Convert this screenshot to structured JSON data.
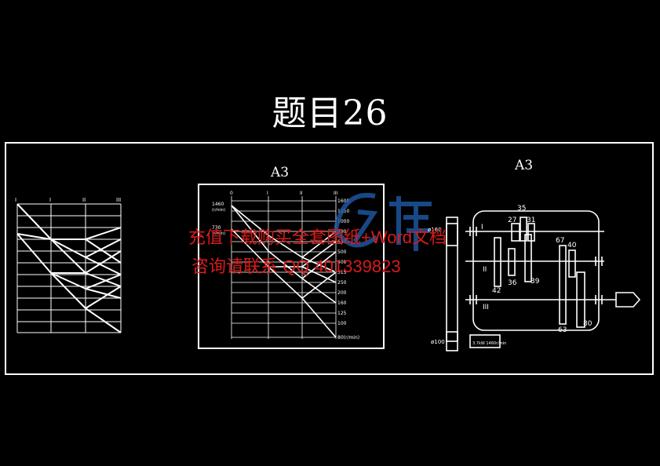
{
  "title": "题目26",
  "sheets": {
    "middle_label": "A3",
    "right_label": "A3"
  },
  "left_diagram": {
    "shaft_labels": [
      "I",
      "I",
      "II",
      "III"
    ]
  },
  "speed_diagram": {
    "shaft_labels": [
      "0",
      "I",
      "II",
      "III"
    ],
    "input_speed": "1460",
    "input_unit": "(r/min)",
    "second_speed": "730",
    "second_unit": "(r/min)",
    "speed_scale": [
      "1600",
      "1250",
      "1000",
      "800",
      "630",
      "500",
      "400",
      "315",
      "250",
      "200",
      "160",
      "125",
      "100",
      "80(r/min)"
    ]
  },
  "gear_diagram": {
    "shaft_labels": [
      "I",
      "II",
      "III"
    ],
    "gear_numbers": [
      "35",
      "27",
      "31",
      "67",
      "40",
      "42",
      "36",
      "39",
      "63",
      "80"
    ],
    "pulley_label_top": "ø160",
    "pulley_label_bottom": "ø100",
    "motor_text": "3.7kW\n1460r/min"
  },
  "watermark": {
    "line1": "充值下载购买全套图纸+Word文档",
    "line2": "咨询请联系 QQ 401339823"
  },
  "colors": {
    "line": "#ffffff",
    "watermark": "#d81b1b",
    "logo": "#1e5aa8"
  }
}
